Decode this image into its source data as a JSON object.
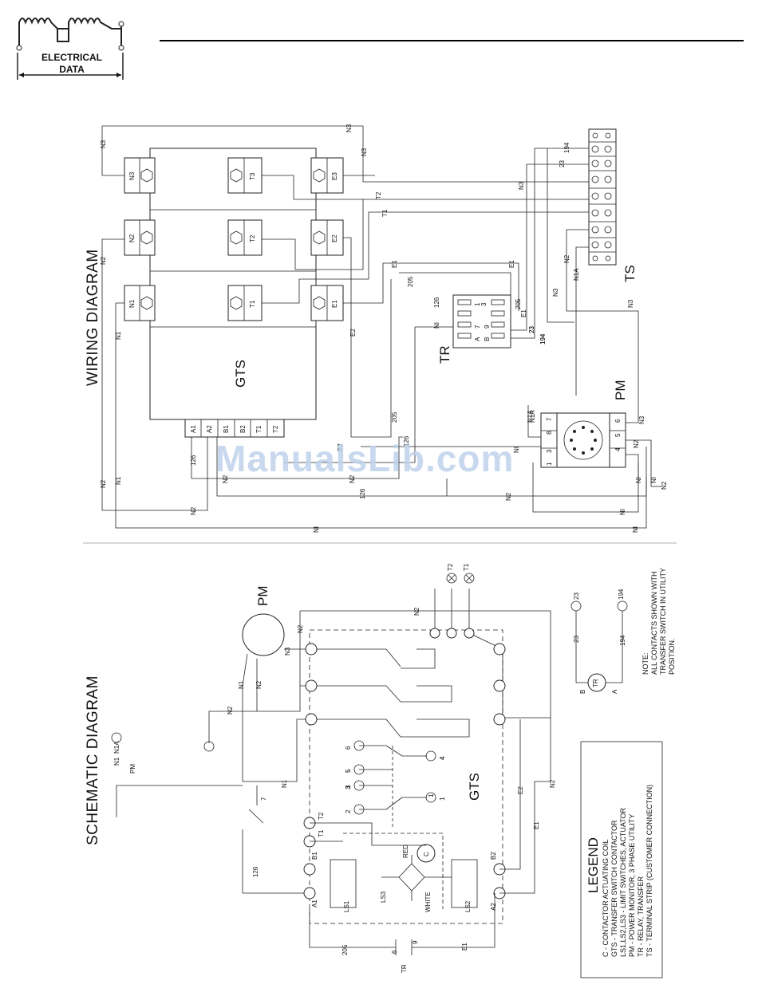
{
  "header": {
    "logo_line1": "ELECTRICAL",
    "logo_line2": "DATA"
  },
  "watermark": "ManualsLib.com",
  "wiring": {
    "title": "WIRING DIAGRAM",
    "gts_label": "GTS",
    "tr_label": "TR",
    "pm_label": "PM",
    "ts_label": "TS",
    "contactor_rows": [
      {
        "n": "N3",
        "t": "T3",
        "e": "E3"
      },
      {
        "n": "N2",
        "t": "T2",
        "e": "E2"
      },
      {
        "n": "N1",
        "t": "T1",
        "e": "E1"
      }
    ],
    "terminal_block": [
      "A1",
      "A2",
      "B1",
      "B2",
      "T1",
      "T2"
    ],
    "tr_pins": [
      "126",
      "1",
      "205",
      "3",
      "NI",
      "7",
      "E1",
      "9",
      "A",
      "B",
      "194",
      "23"
    ],
    "pm_pins": [
      "1",
      "3",
      "8",
      "4",
      "7",
      "5",
      "6",
      "N1A",
      "NI",
      "N2",
      "N3"
    ],
    "wire_labels": [
      "N3",
      "N3",
      "N3",
      "N3",
      "N2",
      "N2",
      "N2",
      "N2",
      "N2",
      "N2",
      "N2",
      "N2",
      "N1",
      "N1",
      "NI",
      "NI",
      "NI",
      "NI",
      "NI",
      "T1",
      "T2",
      "E1",
      "E1",
      "E2",
      "E2",
      "205",
      "205",
      "126",
      "126",
      "126",
      "194",
      "194",
      "23",
      "23",
      "N1A",
      "N1A"
    ]
  },
  "schematic": {
    "title": "SCHEMATIC DIAGRAM",
    "pm_label": "PM",
    "gts_label": "GTS",
    "tr_label": "TR",
    "labels": [
      "N1",
      "N1A",
      "PM",
      "N1",
      "N2",
      "N3",
      "N2",
      "N1",
      "N2",
      "T2",
      "T1",
      "B1",
      "B2",
      "A1",
      "A2",
      "LS1",
      "LS2",
      "LS3",
      "RED",
      "WHITE",
      "C",
      "126",
      "205",
      "E1",
      "E2",
      "N2",
      "E1",
      "TR",
      "7",
      "1",
      "6",
      "9",
      "3",
      "4",
      "5",
      "1",
      "2",
      "3",
      "4",
      "5",
      "6",
      "23",
      "194",
      "23",
      "194",
      "A",
      "B",
      "TR",
      "T1",
      "T2",
      "N2"
    ],
    "note": [
      "NOTE:",
      "ALL CONTACTS SHOWN WITH",
      "TRANSFER SWITCH IN UTILITY",
      "POSITION."
    ]
  },
  "legend": {
    "title": "LEGEND",
    "items": [
      "C  - CONTACTOR ACTUATING COIL",
      "GTS - TRANSFER SWITCH CONTACTOR",
      "LS1,LS2,LS3 - LIMIT SWITCHES, ACTUATOR",
      "PM - POWER MONITOR, 3 PHASE UTILITY",
      "TR  - RELAY, TRANSFER",
      "TS  - TERMINAL STRIP (CUSTOMER CONNECTION)"
    ]
  }
}
